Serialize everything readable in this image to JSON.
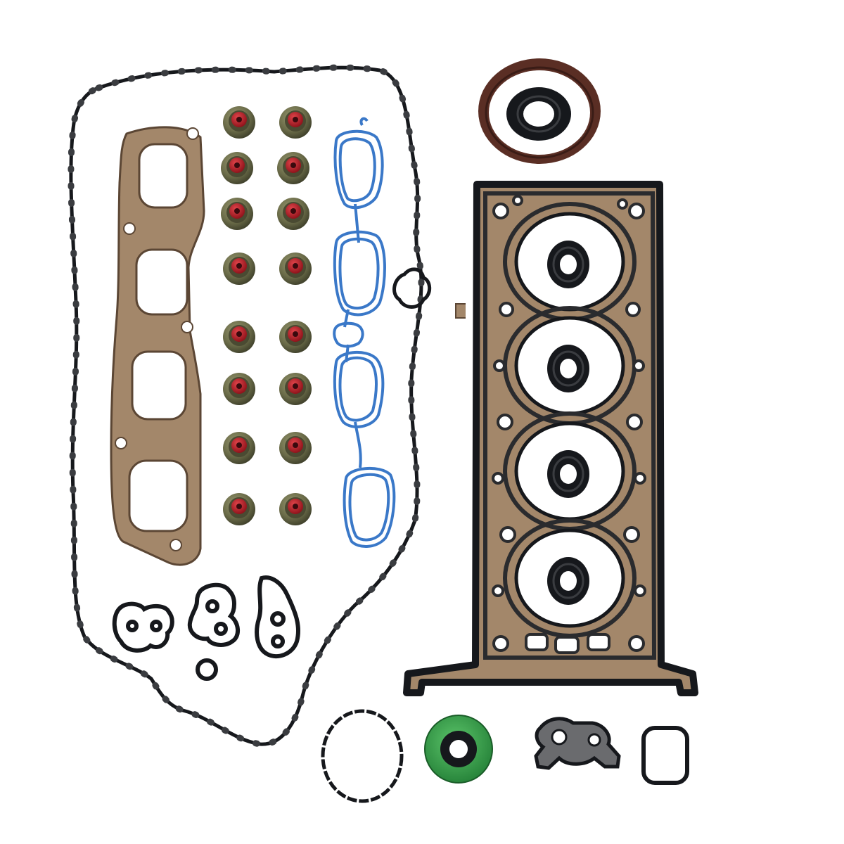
{
  "scene": {
    "subject": "engine-head-gasket-set",
    "background": "#ffffff",
    "parts": [
      "valve-cover-gasket",
      "exhaust-manifold-gasket",
      "valve-stem-seals",
      "intake-manifold-gasket",
      "spark-plug-tube-o-ring",
      "cylinder-head-gasket",
      "crankshaft-front-seal",
      "camshaft-seal",
      "thermostat-housing-gasket",
      "water-outlet-gasket",
      "oil-cooler-gasket",
      "small-o-ring",
      "round-o-ring",
      "square-seal"
    ],
    "colors": {
      "black_rubber": "#16181c",
      "graphite": "#2a2b2e",
      "steel_bead": "#a3876a",
      "brown_seal": "#5a2e24",
      "blue_silicone": "#3a78c8",
      "green_seal": "#2f9a45",
      "red_seal_tip": "#b3202a",
      "olive_body": "#6a6b48"
    },
    "counts": {
      "valve_stem_seals": 16,
      "cylinders": 4
    }
  }
}
